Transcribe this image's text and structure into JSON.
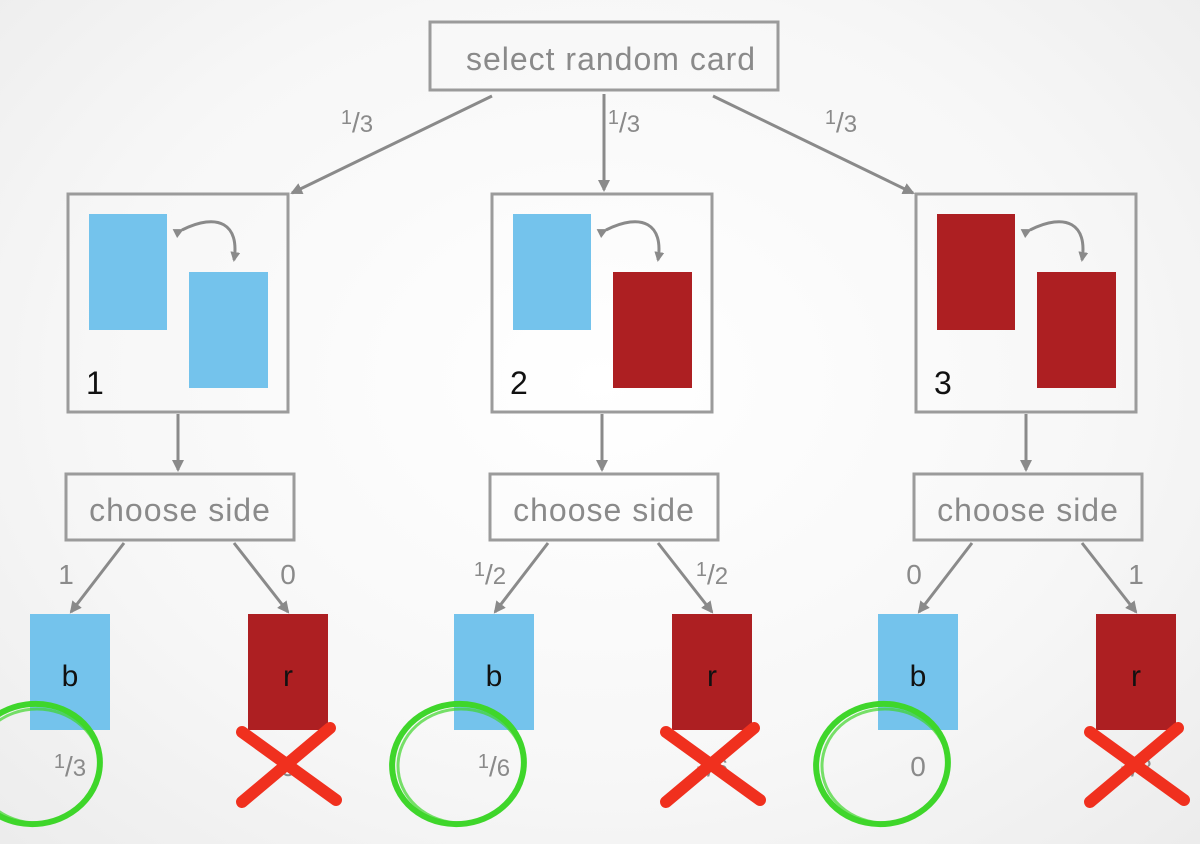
{
  "root": {
    "label": "select random card"
  },
  "colors": {
    "blue": "#74c3ec",
    "red": "#ad1f22",
    "box_border": "#9b9b9b",
    "circle": "#3fd62b",
    "cross": "#f0301e"
  },
  "cards": [
    {
      "number": "1",
      "front": "blue",
      "back": "blue",
      "branch_prob": "1/3"
    },
    {
      "number": "2",
      "front": "blue",
      "back": "red",
      "branch_prob": "1/3"
    },
    {
      "number": "3",
      "front": "red",
      "back": "red",
      "branch_prob": "1/3"
    }
  ],
  "choose": [
    {
      "label": "choose side",
      "left_prob": "1",
      "right_prob": "0",
      "outcomes": [
        {
          "letter": "b",
          "color": "blue",
          "result": "1/3",
          "mark": "circle"
        },
        {
          "letter": "r",
          "color": "red",
          "result": "0",
          "mark": "cross"
        }
      ]
    },
    {
      "label": "choose side",
      "left_prob": "1/2",
      "right_prob": "1/2",
      "outcomes": [
        {
          "letter": "b",
          "color": "blue",
          "result": "1/6",
          "mark": "circle"
        },
        {
          "letter": "r",
          "color": "red",
          "result": "1/6",
          "mark": "cross"
        }
      ]
    },
    {
      "label": "choose side",
      "left_prob": "0",
      "right_prob": "1",
      "outcomes": [
        {
          "letter": "b",
          "color": "blue",
          "result": "0",
          "mark": "circle"
        },
        {
          "letter": "r",
          "color": "red",
          "result": "1/3",
          "mark": "cross"
        }
      ]
    }
  ]
}
